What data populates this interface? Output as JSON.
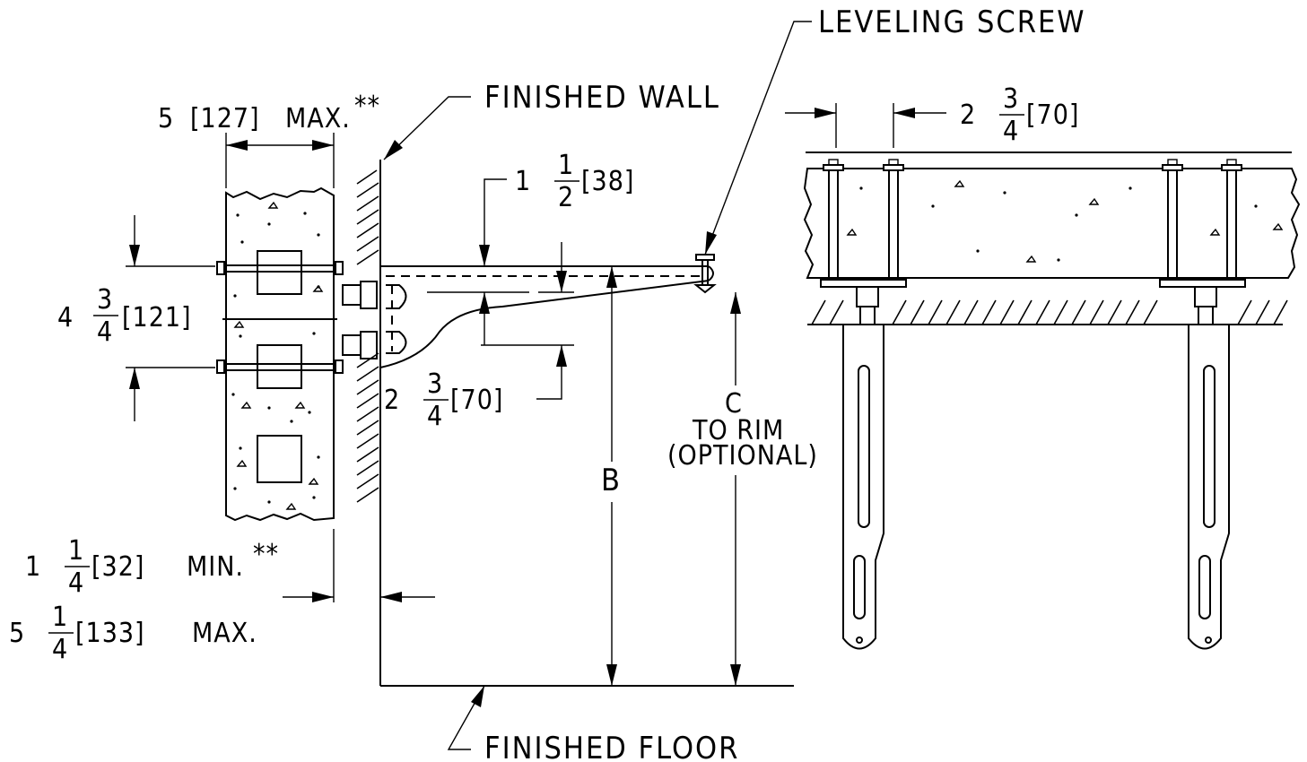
{
  "labels": {
    "leveling_screw": "LEVELING SCREW",
    "finished_wall": "FINISHED WALL",
    "finished_floor": "FINISHED FLOOR",
    "b": "B",
    "c": "C",
    "to_rim": "TO RIM",
    "optional": "(OPTIONAL)"
  },
  "dimensions": {
    "wall_max": {
      "whole": "5",
      "metric": "[127]",
      "suffix": "MAX.",
      "mark": "**"
    },
    "bolt_spacing": {
      "whole": "4",
      "num": "3",
      "den": "4",
      "metric": "[121]"
    },
    "top_offset": {
      "whole": "1",
      "num": "1",
      "den": "2",
      "metric": "[38]"
    },
    "bracket_depth": {
      "whole": "2",
      "num": "3",
      "den": "4",
      "metric": "[70]"
    },
    "min_gap": {
      "whole": "1",
      "num": "1",
      "den": "4",
      "metric": "[32]",
      "suffix": "MIN.",
      "mark": "**"
    },
    "max_gap": {
      "whole": "5",
      "num": "1",
      "den": "4",
      "metric": "[133]",
      "suffix": "MAX."
    },
    "carrier_spacing": {
      "whole": "2",
      "num": "3",
      "den": "4",
      "metric": "[70]"
    }
  }
}
